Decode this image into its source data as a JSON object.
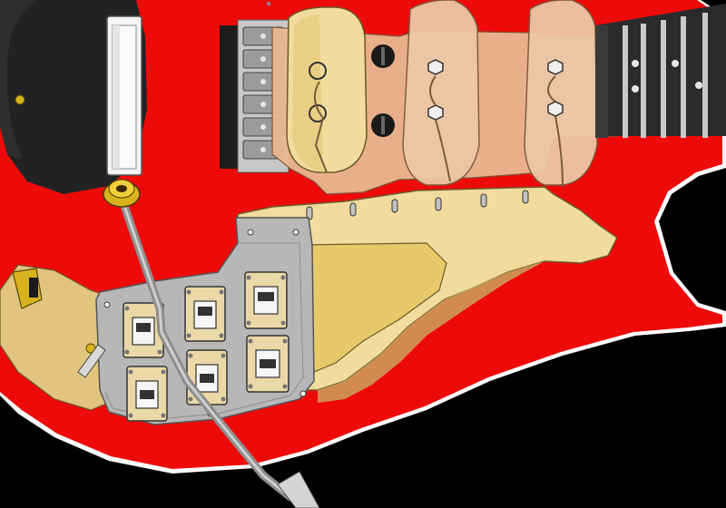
{
  "scene": {
    "subject": "guitar-body-cutaway-render",
    "colors": {
      "background": "#000000",
      "body_red": "#ef0a0a",
      "body_edge_red": "#d40000",
      "binding": "#ffffff",
      "pickguard_dark": "#222222",
      "neck_dark": "#2b2b2b",
      "fret_silver": "#c9c9c9",
      "maple_cream": "#f1dc9e",
      "maple_tan": "#dcc07a",
      "copper": "#e9b892",
      "plate_grey": "#b7b7b7",
      "switch_cream": "#ead8a7",
      "brass": "#d8b21f",
      "chrome": "#a9a9a9"
    },
    "components": {
      "pickups": 3,
      "slide_switches": 6,
      "tremolo_arm": true,
      "control_plate": true
    }
  }
}
